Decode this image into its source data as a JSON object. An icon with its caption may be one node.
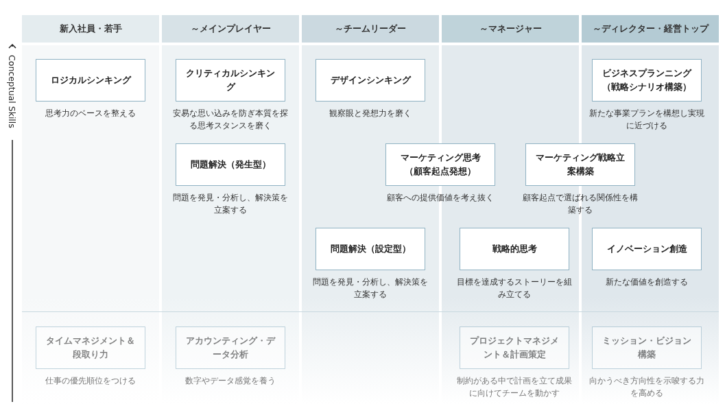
{
  "diagram": {
    "nodes": [
      {
        "text": [
          "新入社員・若手"
        ]
      },
      {
        "text": [
          "～メインプレイヤー"
        ]
      },
      {
        "text": [
          "～チームリーダー"
        ]
      },
      {
        "text": [
          "～マネージャー"
        ]
      },
      {
        "text": [
          "～ディレクター・経営トップ"
        ]
      },
      {
        "text": [
          "ロジカルシンキング"
        ],
        "beside": [
          "思考力のベースを整える"
        ]
      },
      {
        "text": [
          "クリティカルシンキング"
        ],
        "beside": [
          "安易な思い込みを防ぎ本質を探る思考スタンスを磨く"
        ]
      },
      {
        "text": [
          "デザインシンキング"
        ],
        "beside": [
          "観察眼と発想力を磨く"
        ]
      },
      {
        "text": [
          "ビジネスプランニング（戦略シナリオ構築）"
        ],
        "beside": [
          "新たな事業プランを構想し実現に近づける"
        ]
      },
      {
        "text": [
          "問題解決（発生型）"
        ],
        "beside": [
          "問題を発見・分析し、解決策を立案する"
        ]
      },
      {
        "text": [
          "マーケティング思考（顧客起点発想）"
        ],
        "beside": [
          "顧客への提供価値を考え抜く"
        ]
      },
      {
        "text": [
          "マーケティング戦略立案構築"
        ],
        "beside": [
          "顧客起点で選ばれる関係性を構築する"
        ]
      },
      {
        "text": [
          "問題解決（設定型）"
        ],
        "beside": [
          "問題を発見・分析し、解決策を立案する"
        ]
      },
      {
        "text": [
          "戦略的思考"
        ],
        "beside": [
          "目標を達成するストーリーを組み立てる"
        ]
      },
      {
        "text": [
          "イノベーション創造"
        ],
        "beside": [
          "新たな価値を創造する"
        ]
      },
      {
        "text": [
          "タイムマネジメント＆段取り力"
        ],
        "beside": [
          "仕事の優先順位をつける"
        ]
      },
      {
        "text": [
          "アカウンティング・データ分析"
        ],
        "beside": [
          "数字やデータ感覚を養う"
        ]
      },
      {
        "text": [
          "プロジェクトマネジメント＆計画策定"
        ],
        "beside": [
          "制約がある中で計画を立て成果に向けてチームを動かす"
        ]
      },
      {
        "text": [
          "ミッション・ビジョン構築"
        ],
        "beside": [
          "向かうべき方向性を示唆する力を高める"
        ]
      }
    ],
    "edges": [],
    "labels": [
      "Conceptual Skills"
    ]
  }
}
